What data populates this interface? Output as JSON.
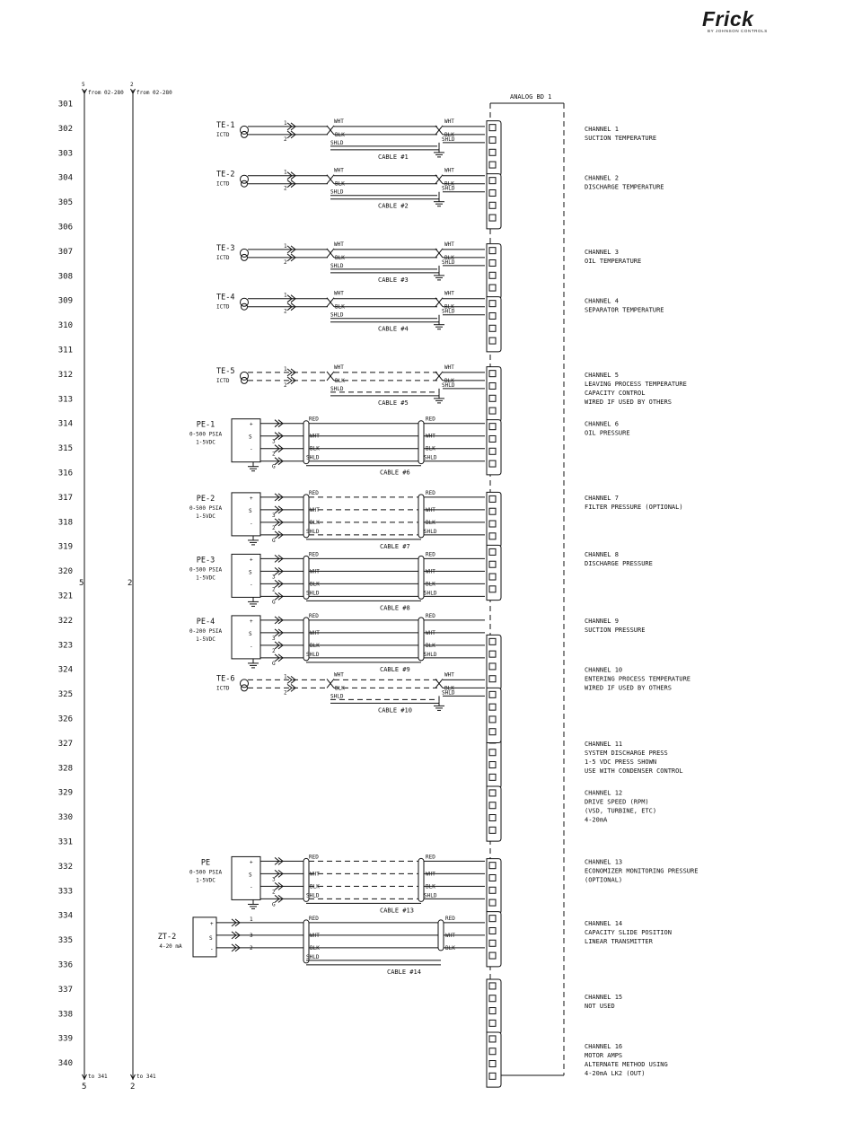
{
  "logo": {
    "brand": "Frick",
    "tagline": "BY JOHNSON CONTROLS"
  },
  "rails": [
    {
      "id": "5",
      "from_text": "from 02-280",
      "to_text": "to 341",
      "mid_label": "5",
      "bottom_label": "5"
    },
    {
      "id": "2",
      "from_text": "from 02-280",
      "to_text": "to 341",
      "mid_label": "2",
      "bottom_label": "2"
    }
  ],
  "rail_top_marks": [
    "5",
    "2"
  ],
  "board_title": "ANALOG BD 1",
  "row_numbers": [
    "301",
    "302",
    "303",
    "304",
    "305",
    "306",
    "307",
    "308",
    "309",
    "310",
    "311",
    "312",
    "313",
    "314",
    "315",
    "316",
    "317",
    "318",
    "319",
    "320",
    "321",
    "322",
    "323",
    "324",
    "325",
    "326",
    "327",
    "328",
    "329",
    "330",
    "331",
    "332",
    "333",
    "334",
    "335",
    "336",
    "337",
    "338",
    "339",
    "340"
  ],
  "wire_labels": {
    "white": "WHT",
    "black": "BLK",
    "shield": "SHLD",
    "red": "RED"
  },
  "channels": [
    {
      "row": 302,
      "lines": [
        "CHANNEL 1",
        "SUCTION TEMPERATURE"
      ]
    },
    {
      "row": 304,
      "lines": [
        "CHANNEL 2",
        "DISCHARGE TEMPERATURE"
      ]
    },
    {
      "row": 307,
      "lines": [
        "CHANNEL 3",
        "OIL TEMPERATURE"
      ]
    },
    {
      "row": 309,
      "lines": [
        "CHANNEL 4",
        "SEPARATOR TEMPERATURE"
      ]
    },
    {
      "row": 312,
      "lines": [
        "CHANNEL 5",
        "LEAVING PROCESS TEMPERATURE",
        "CAPACITY CONTROL",
        "WIRED IF USED BY OTHERS"
      ]
    },
    {
      "row": 314,
      "lines": [
        "CHANNEL 6",
        "OIL PRESSURE"
      ]
    },
    {
      "row": 317,
      "lines": [
        "CHANNEL 7",
        "FILTER PRESSURE (OPTIONAL)"
      ]
    },
    {
      "row": 319.3,
      "lines": [
        "CHANNEL 8",
        "DISCHARGE PRESSURE"
      ]
    },
    {
      "row": 322,
      "lines": [
        "CHANNEL 9",
        "SUCTION PRESSURE"
      ]
    },
    {
      "row": 324,
      "lines": [
        "CHANNEL 10",
        "ENTERING PROCESS TEMPERATURE",
        "WIRED IF USED BY OTHERS"
      ]
    },
    {
      "row": 327,
      "lines": [
        "CHANNEL 11",
        "SYSTEM DISCHARGE PRESS",
        "1-5 VDC PRESS SHOWN",
        "USE WITH CONDENSER CONTROL"
      ]
    },
    {
      "row": 329,
      "lines": [
        "CHANNEL 12",
        "DRIVE SPEED (RPM)",
        "(VSD, TURBINE, ETC)",
        "4-20mA"
      ]
    },
    {
      "row": 331.8,
      "lines": [
        "CHANNEL 13",
        "ECONOMIZER MONITORING PRESSURE",
        "(OPTIONAL)"
      ]
    },
    {
      "row": 334.3,
      "lines": [
        "CHANNEL 14",
        "CAPACITY SLIDE POSITION",
        "LINEAR TRANSMITTER"
      ]
    },
    {
      "row": 337.3,
      "lines": [
        "CHANNEL 15",
        "NOT USED"
      ]
    },
    {
      "row": 339.3,
      "lines": [
        "CHANNEL 16",
        "MOTOR AMPS",
        "ALTERNATE METHOD USING",
        "4-20mA LK2 (OUT)"
      ]
    }
  ],
  "rtd_circuits": [
    {
      "row": 302,
      "tag": "TE-1",
      "type": "ICTD",
      "cable": "CABLE #1",
      "dashed": false
    },
    {
      "row": 304,
      "tag": "TE-2",
      "type": "ICTD",
      "cable": "CABLE #2",
      "dashed": false
    },
    {
      "row": 307,
      "tag": "TE-3",
      "type": "ICTD",
      "cable": "CABLE #3",
      "dashed": false
    },
    {
      "row": 309,
      "tag": "TE-4",
      "type": "ICTD",
      "cable": "CABLE #4",
      "dashed": false
    },
    {
      "row": 312,
      "tag": "TE-5",
      "type": "ICTD",
      "cable": "CABLE #5",
      "dashed": true
    },
    {
      "row": 324.5,
      "tag": "TE-6",
      "type": "ICTD",
      "cable": "CABLE #10",
      "dashed": true
    }
  ],
  "pressure_circuits": [
    {
      "row": 314,
      "tag": "PE-1",
      "range": "0-500 PSIA",
      "signal": "1-5VDC",
      "cable": "CABLE #6",
      "dashed": false
    },
    {
      "row": 317,
      "tag": "PE-2",
      "range": "0-500 PSIA",
      "signal": "1-5VDC",
      "cable": "CABLE #7",
      "dashed": true
    },
    {
      "row": 319.5,
      "tag": "PE-3",
      "range": "0-500 PSIA",
      "signal": "1-5VDC",
      "cable": "CABLE #8",
      "dashed": false
    },
    {
      "row": 322,
      "tag": "PE-4",
      "range": "0-200 PSIA",
      "signal": "1-5VDC",
      "cable": "CABLE #9",
      "dashed": false
    },
    {
      "row": 331.8,
      "tag": "PE",
      "range": "0-500 PSIA",
      "signal": "1-5VDC",
      "cable": "CABLE #13",
      "dashed": true
    }
  ],
  "transmitter": {
    "row": 334.3,
    "tag": "ZT-2",
    "signal": "4-20 mA",
    "cable": "CABLE #14"
  }
}
